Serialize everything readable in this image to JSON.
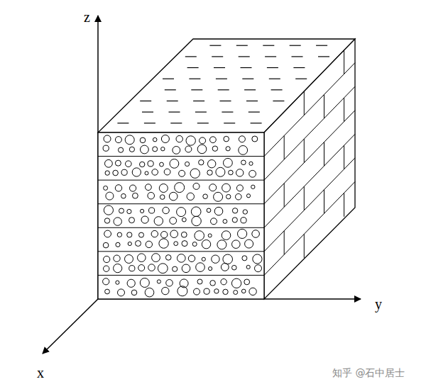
{
  "diagram": {
    "labels": [
      "z",
      "y",
      "x",
      "知乎 @石中居士"
    ]
  }
}
